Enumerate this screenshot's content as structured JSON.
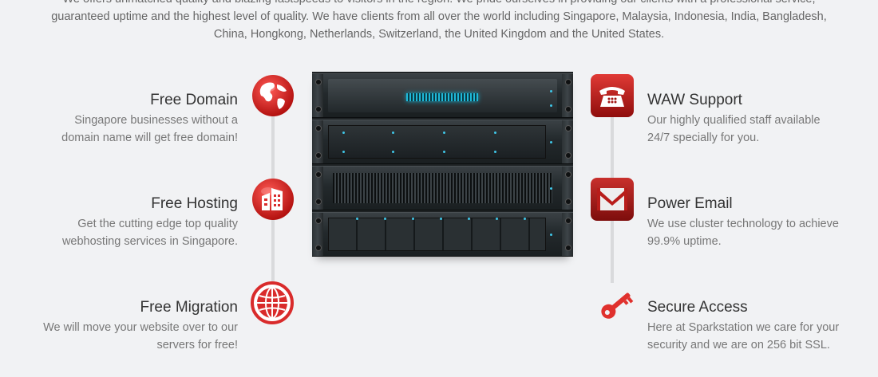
{
  "intro": {
    "line1": "We offers unmatched quality and blazing fastspeeds to visitors in the region. We pride ourselves in providing our clients with a professional service,",
    "line2": "guaranteed uptime and the highest level of quality. We have clients from all over the world including Singapore, Malaysia, Indonesia, India, Bangladesh,",
    "line3": "China, Hongkong, Netherlands, Switzerland, the United Kingdom and the United States."
  },
  "features_left": [
    {
      "title": "Free Domain",
      "desc1": "Singapore businesses without a",
      "desc2": "domain name will get free domain!",
      "icon": "globe-icon"
    },
    {
      "title": "Free Hosting",
      "desc1": "Get the cutting edge top quality",
      "desc2": "webhosting services in Singapore.",
      "icon": "building-icon"
    },
    {
      "title": "Free Migration",
      "desc1": "We will move your website over to our",
      "desc2": "servers for free!",
      "icon": "globe-grid-icon"
    }
  ],
  "features_right": [
    {
      "title": "WAW Support",
      "desc1": "Our highly qualified staff available",
      "desc2": "24/7 specially for you.",
      "icon": "telephone-icon"
    },
    {
      "title": "Power Email",
      "desc1": "We use cluster technology to achieve",
      "desc2": "99.9% uptime.",
      "icon": "mail-icon"
    },
    {
      "title": "Secure Access",
      "desc1": "Here at Sparkstation we care for your",
      "desc2": "security and we are on 256 bit SSL.",
      "icon": "key-icon"
    }
  ],
  "colors": {
    "accent_red": "#d92b2b",
    "background": "#f1f2f4",
    "heading": "#333333",
    "body_text": "#777777"
  }
}
